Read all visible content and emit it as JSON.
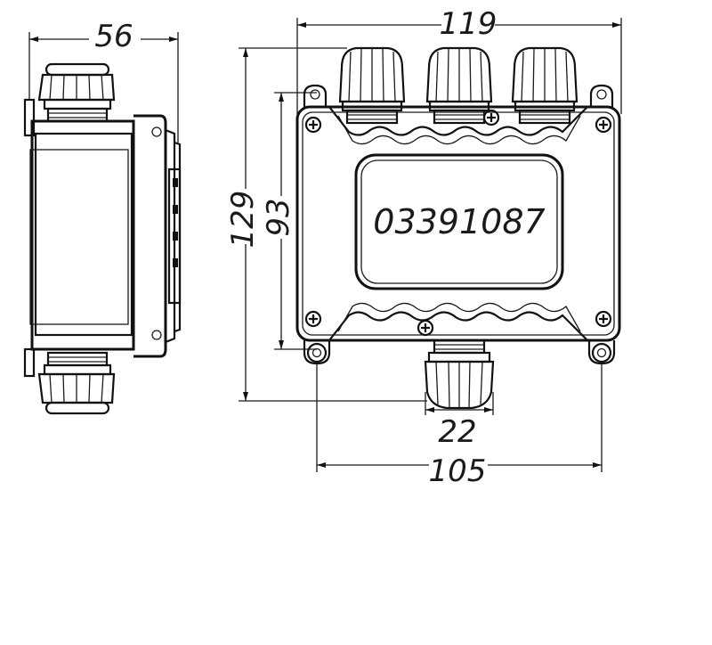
{
  "dimensions": {
    "side_width": "56",
    "top_width": "119",
    "overall_height": "129",
    "body_height": "93",
    "gland_width": "22",
    "mount_spacing": "105"
  },
  "panel_label": "03391087",
  "icons": {
    "screw": "phillips-screw-icon",
    "gland": "cable-gland-icon",
    "mount_hole": "mounting-hole-icon"
  },
  "colors": {
    "line": "#111111",
    "background": "#ffffff"
  }
}
